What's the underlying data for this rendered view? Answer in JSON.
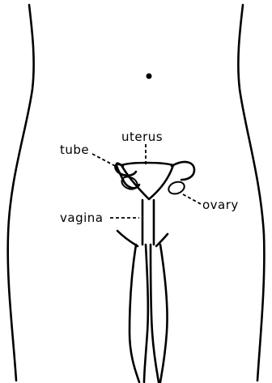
{
  "labels": {
    "uterus": "uterus",
    "tube": "tube",
    "ovary": "ovary",
    "vagina": "vagina"
  },
  "colors": {
    "ink": "#000000",
    "background": "#ffffff"
  }
}
